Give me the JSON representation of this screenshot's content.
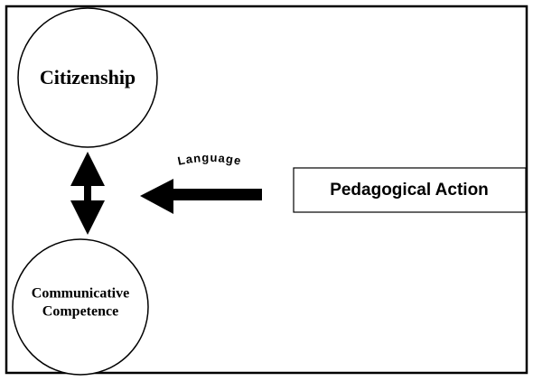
{
  "nodes": {
    "citizenship": {
      "label": "Citizenship"
    },
    "communicative": {
      "line1": "Communicative",
      "line2": "Competence"
    },
    "pedagogical": {
      "label": "Pedagogical Action"
    }
  },
  "edges": {
    "language": {
      "label": "Language"
    }
  },
  "colors": {
    "stroke": "#000000",
    "background": "#ffffff"
  }
}
